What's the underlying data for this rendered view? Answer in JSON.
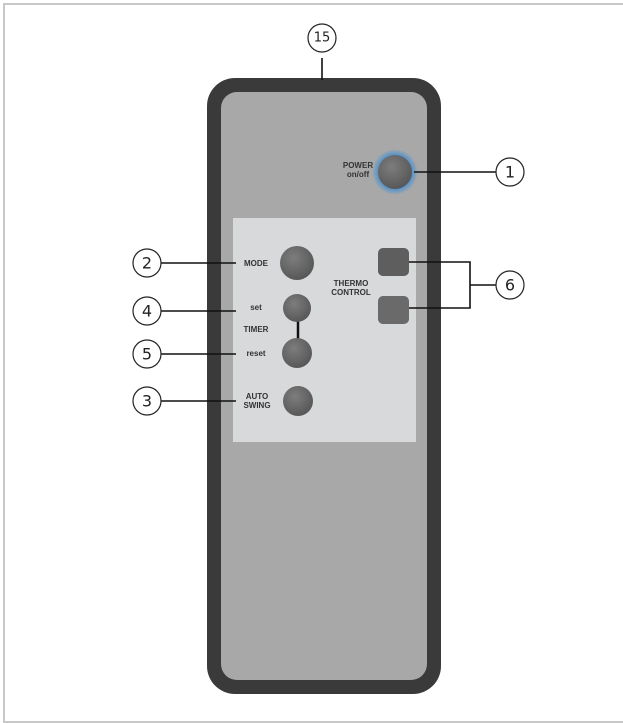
{
  "remote": {
    "power_label_1": "POWER",
    "power_label_2": "on/off",
    "mode_label": "MODE",
    "set_label": "set",
    "timer_label": "TIMER",
    "reset_label": "reset",
    "auto_label_1": "AUTO",
    "auto_label_2": "SWING",
    "thermo_label_1": "THERMO",
    "thermo_label_2": "CONTROL"
  },
  "callouts": {
    "power": "1",
    "mode": "2",
    "auto_swing": "3",
    "timer_set": "4",
    "timer_reset": "5",
    "thermo": "6",
    "ir_emitter": "15"
  },
  "colors": {
    "body": "#3c3c3c",
    "face": "#a9a9a9",
    "panel": "#d9dadb",
    "button": "#6b6b6b",
    "power_glow": "#4a90d0"
  }
}
